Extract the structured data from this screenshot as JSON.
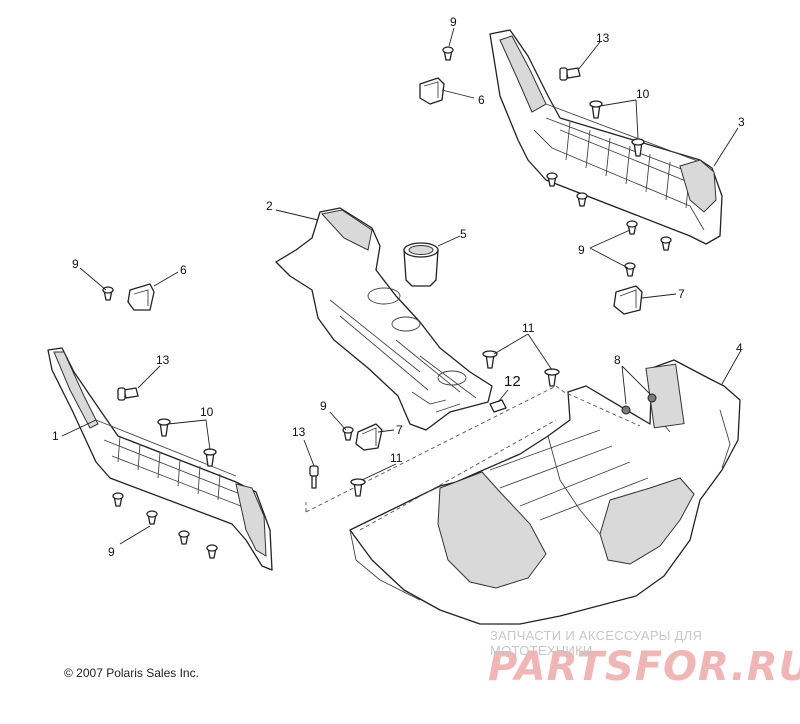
{
  "callouts": {
    "c1": "1",
    "c2": "2",
    "c3": "3",
    "c4": "4",
    "c5": "5",
    "c6a": "6",
    "c6b": "6",
    "c7a": "7",
    "c7b": "7",
    "c8": "8",
    "c9a": "9",
    "c9b": "9",
    "c9c": "9",
    "c9d": "9",
    "c9e": "9",
    "c10a": "10",
    "c10b": "10",
    "c11a": "11",
    "c11b": "11",
    "c12": "12",
    "c13a": "13",
    "c13b": "13",
    "c13c": "13"
  },
  "copyright": "© 2007 Polaris Sales Inc.",
  "watermark": {
    "tagline": "ЗАПЧАСТИ И АКСЕССУАРЫ ДЛЯ МОТОТЕХНИКИ",
    "logo": "PARTSFOR.RU"
  },
  "colors": {
    "line": "#222222",
    "watermark": "#f2b5b5",
    "watermark_text": "#c7c7c7"
  }
}
